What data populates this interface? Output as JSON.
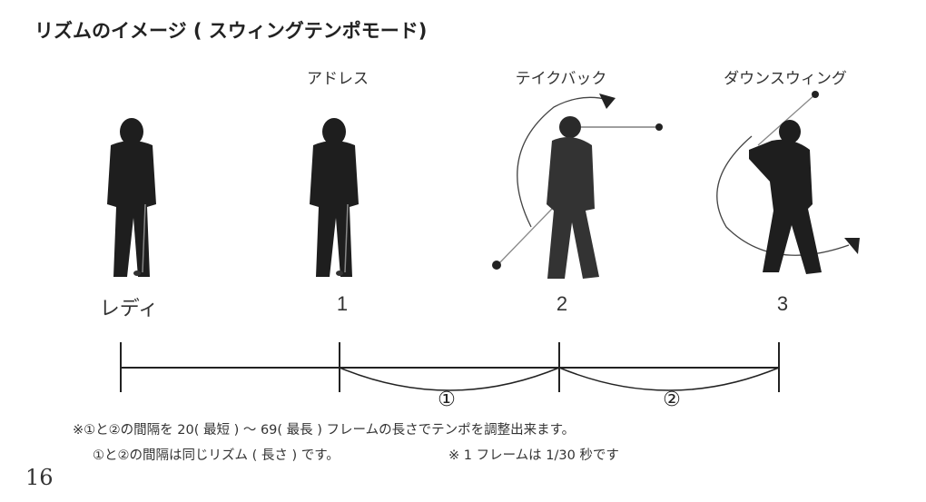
{
  "title": "リズムのイメージ ( スウィングテンポモード)",
  "phases": {
    "address": "アドレス",
    "takeback": "テイクバック",
    "downswing": "ダウンスウィング"
  },
  "steps": {
    "ready": "レディ",
    "one": "1",
    "two": "2",
    "three": "3"
  },
  "intervals": {
    "first": "①",
    "second": "②"
  },
  "notes": {
    "line1": "※①と②の間隔を 20( 最短 ) ～ 69( 最長 ) フレームの長さでテンポを調整出来ます。",
    "line2": "①と②の間隔は同じリズム ( 長さ ) です。",
    "line3": "※ 1 フレームは 1/30 秒です"
  },
  "page_number": "16"
}
